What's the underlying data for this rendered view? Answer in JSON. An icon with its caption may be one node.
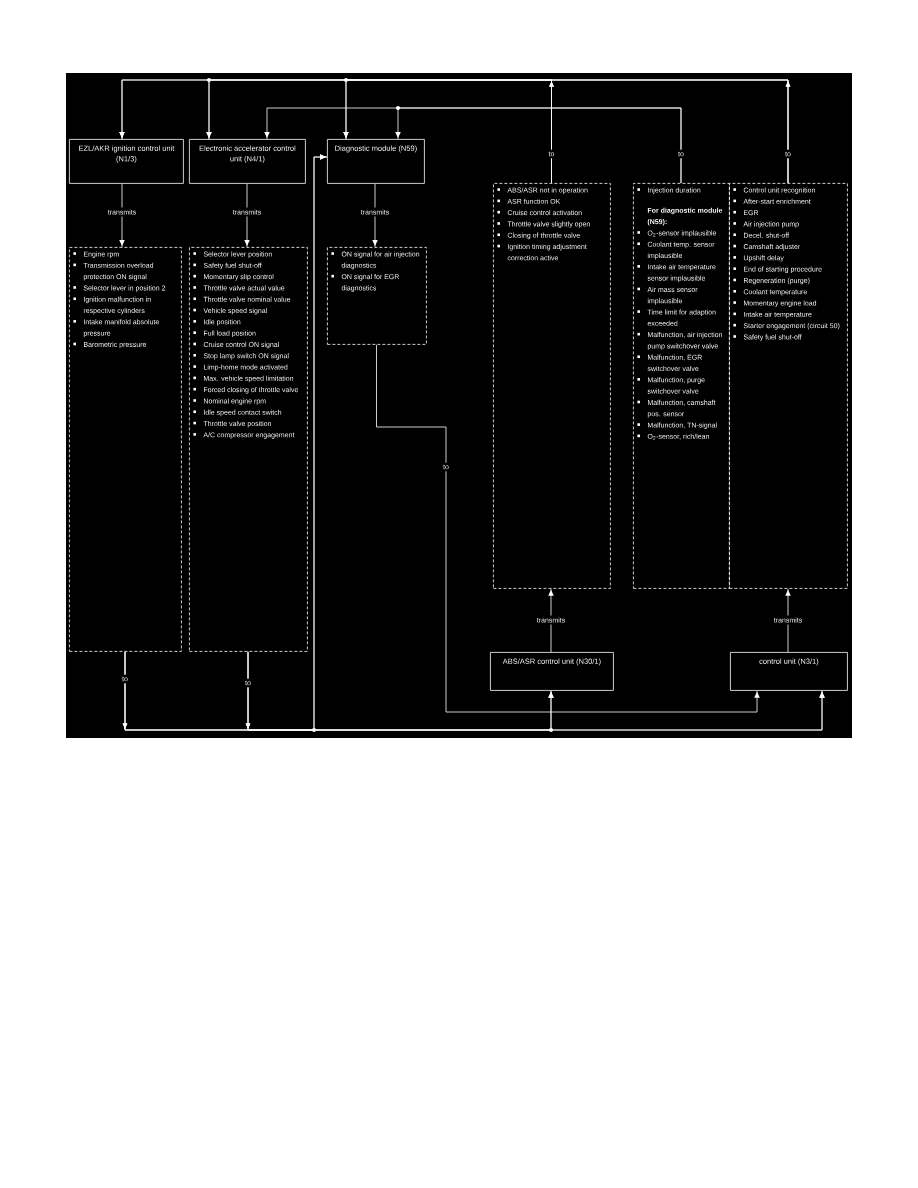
{
  "diagram": {
    "nodes": [
      {
        "text": [
          "EZL/AKR ignition control unit (N1/3)"
        ]
      },
      {
        "text": [
          "Electronic accelerator control unit (N4/1)"
        ]
      },
      {
        "text": [
          "Diagnostic module (N59)"
        ]
      },
      {
        "text": [
          "Engine rpm",
          "Transmission overload protection ON signal",
          "Selector lever in position 2",
          "Ignition malfunction in respective cylinders",
          "Intake manifold absolute pressure",
          "Barometric pressure"
        ]
      },
      {
        "text": [
          "Selector lever position",
          "Safety fuel shut-off",
          "Momentary slip control",
          "Throttle valve actual value",
          "Throttle valve nominal value",
          "Vehicle speed signal",
          "Idle position",
          "Full load position",
          "Cruise control ON signal",
          "Stop lamp switch ON signal",
          "Limp-home mode activated",
          "Max. vehicle speed limitation",
          "Forced closing of throttle valve",
          "Nominal engine rpm",
          "Idle speed contact switch",
          "Throttle valve position",
          "A/C compressor engagement"
        ]
      },
      {
        "text": [
          "ON signal for air injection diagnostics",
          "ON signal for EGR diagnostics"
        ]
      },
      {
        "text": [
          "ABS/ASR not in operation",
          "ASR function OK",
          "Cruise control activation",
          "Throttle valve slightly open",
          "Closing of throttle valve",
          "Ignition timing adjustment correction active"
        ]
      },
      {
        "text": [
          "Injection duration",
          "For diagnostic module (N59):",
          "O$_{2}$-sensor implausible",
          "Coolant temp. sensor implausible",
          "Intake air temperature sensor implausible",
          "Air mass sensor implausible",
          "Time limit for adaption exceeded",
          "Malfunction, air injection pump switchover valve",
          "Malfunction, EGR switchover valve",
          "Malfunction, purge switchover valve",
          "Malfunction, camshaft pos. sensor",
          "Malfunction, TN-signal",
          "O$_{2}$-sensor, rich/lean"
        ]
      },
      {
        "text": [
          "Control unit recognition",
          "After-start enrichment",
          "EGR",
          "Air injection pump",
          "Decel. shut-off",
          "Camshaft adjuster",
          "Upshift delay",
          "End of starting procedure",
          "Regeneration (purge)",
          "Coolant temperature",
          "Momentary engine load",
          "Intake air temperature",
          "Starter engagement (circuit 50)",
          "Safety fuel shut-off"
        ]
      },
      {
        "text": [
          "ABS/ASR control unit (N30/1)"
        ]
      },
      {
        "text": [
          "control unit (N3/1)"
        ]
      }
    ],
    "edges": [
      {
        "from": 0,
        "to": 3,
        "arrow": "to",
        "label": "transmits"
      },
      {
        "from": 1,
        "to": 4,
        "arrow": "to",
        "label": "transmits"
      },
      {
        "from": 2,
        "to": 5,
        "arrow": "to",
        "label": "transmits"
      },
      {
        "from": 9,
        "to": 6,
        "arrow": "to",
        "label": "transmits"
      },
      {
        "from": 10,
        "to": 8,
        "arrow": "to",
        "label": "transmits"
      },
      {
        "from": 6,
        "to": 0,
        "arrow": "to",
        "label": "to"
      },
      {
        "from": 6,
        "to": 1,
        "arrow": "to"
      },
      {
        "from": 6,
        "to": 2,
        "arrow": "to"
      },
      {
        "from": 8,
        "to": 0,
        "arrow": "to",
        "label": "to"
      },
      {
        "from": 8,
        "to": 1,
        "arrow": "to"
      },
      {
        "from": 8,
        "to": 2,
        "arrow": "to"
      },
      {
        "from": 7,
        "to": 1,
        "arrow": "to",
        "label": "to"
      },
      {
        "from": 7,
        "to": 2,
        "arrow": "to"
      },
      {
        "from": 3,
        "to": 2,
        "arrow": "to",
        "label": "to"
      },
      {
        "from": 3,
        "to": 9,
        "arrow": "to"
      },
      {
        "from": 3,
        "to": 10,
        "arrow": "to"
      },
      {
        "from": 4,
        "to": 2,
        "arrow": "to",
        "label": "to"
      },
      {
        "from": 4,
        "to": 9,
        "arrow": "to"
      },
      {
        "from": 4,
        "to": 10,
        "arrow": "to"
      },
      {
        "from": 5,
        "to": 10,
        "arrow": "to",
        "label": "to"
      }
    ]
  }
}
